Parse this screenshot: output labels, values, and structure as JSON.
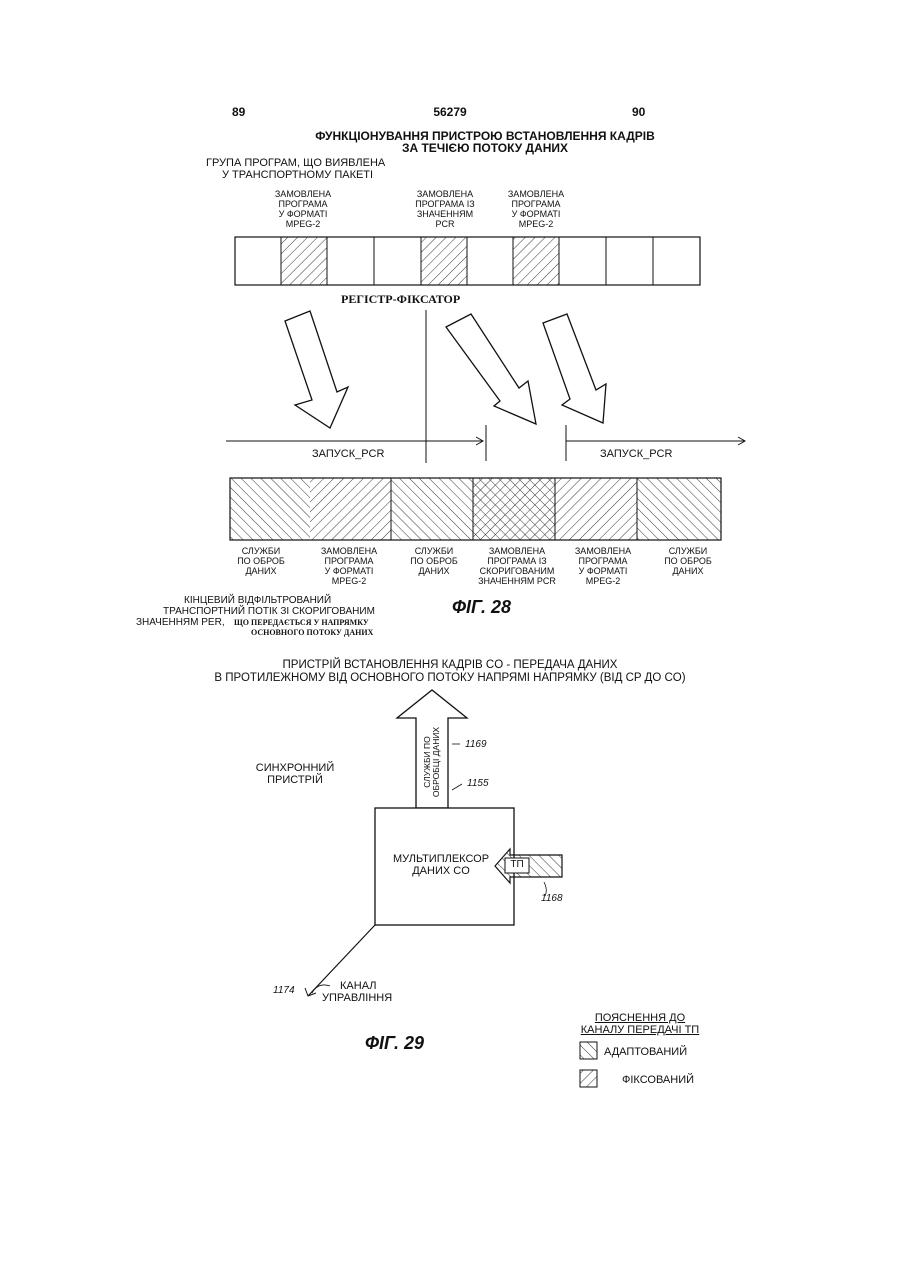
{
  "header": {
    "page_left": "89",
    "doc_number": "56279",
    "page_right": "90"
  },
  "fig28": {
    "title_line1": "ФУНКЦІОНУВАННЯ ПРИСТРОЮ ВСТАНОВЛЕННЯ КАДРІВ",
    "title_line2": "ЗА ТЕЧІЄЮ ПОТОКУ ДАНИХ",
    "group_line1": "ГРУПА ПРОГРАМ, ЩО ВИЯВЛЕНА",
    "group_line2": "У ТРАНСПОРТНОМУ ПАКЕТІ",
    "top_labels": [
      [
        "ЗАМОВЛЕНА",
        "ПРОГРАМА",
        "У ФОРМАТІ",
        "MPEG-2"
      ],
      [
        "ЗАМОВЛЕНА",
        "ПРОГРАМА ІЗ",
        "ЗНАЧЕННЯМ",
        "PCR"
      ],
      [
        "ЗАМОВЛЕНА",
        "ПРОГРАМА",
        "У ФОРМАТІ",
        "MPEG-2"
      ]
    ],
    "register_label": "РЕГІСТР-ФІКСАТОР",
    "launch_left": "ЗАПУСК_PCR",
    "launch_right": "ЗАПУСК_PCR",
    "bottom_labels": [
      [
        "СЛУЖБИ",
        "ПО ОБРОБ",
        "ДАНИХ"
      ],
      [
        "ЗАМОВЛЕНА",
        "ПРОГРАМА",
        "У ФОРМАТІ",
        "MPEG-2"
      ],
      [
        "СЛУЖБИ",
        "ПО ОБРОБ",
        "ДАНИХ"
      ],
      [
        "ЗАМОВЛЕНА",
        "ПРОГРАМА ІЗ",
        "СКОРИГОВАНИМ",
        "ЗНАЧЕННЯМ PCR"
      ],
      [
        "ЗАМОВЛЕНА",
        "ПРОГРАМА",
        "У ФОРМАТІ",
        "MPEG-2"
      ],
      [
        "СЛУЖБИ",
        "ПО ОБРОБ",
        "ДАНИХ"
      ]
    ],
    "final_line1": "КІНЦЕВИЙ ВІДФІЛЬТРОВАНИЙ",
    "final_line2": "ТРАНСПОРТНИЙ ПОТІК ЗІ СКОРИГОВАНИМ",
    "final_line3a": "ЗНАЧЕННЯМ PER,",
    "final_line3b": "ЩО ПЕРЕДАЄТЬСЯ У НАПРЯМКУ",
    "final_line4": "ОСНОВНОГО ПОТОКУ ДАНИХ",
    "caption": "ФІГ. 28"
  },
  "fig29": {
    "title_line1": "ПРИСТРІЙ ВСТАНОВЛЕННЯ КАДРІВ CO - ПЕРЕДАЧА ДАНИХ",
    "title_line2": "В ПРОТИЛЕЖНОМУ ВІД ОСНОВНОГО ПОТОКУ НАПРЯМІ НАПРЯМКУ (ВІД CP ДО CO)",
    "sync_line1": "СИНХРОННИЙ",
    "sync_line2": "ПРИСТРІЙ",
    "arrow_text_line1": "СЛУЖБИ ПО",
    "arrow_text_line2": "ОБРОБЦІ ДАНИХ",
    "ref_1169": "1169",
    "ref_1155": "1155",
    "mux_line1": "МУЛЬТИПЛЕКСОР",
    "mux_line2": "ДАНИХ CO",
    "tp_label": "ТП",
    "ref_1168": "1168",
    "ref_1174": "1174",
    "channel_line1": "КАНАЛ",
    "channel_line2": "УПРАВЛІННЯ",
    "caption": "ФІГ. 29",
    "legend_title_line1": "ПОЯСНЕННЯ ДО",
    "legend_title_line2": "КАНАЛУ ПЕРЕДАЧІ ТП",
    "legend_adapted": "АДАПТОВАНИЙ",
    "legend_fixed": "ФІКСОВАНИЙ"
  }
}
